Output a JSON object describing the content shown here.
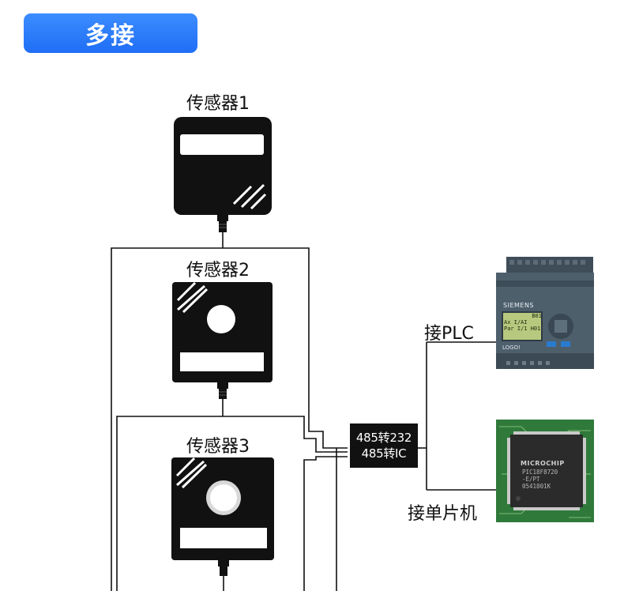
{
  "header": {
    "title": "多接"
  },
  "sensors": [
    {
      "label": "传感器1"
    },
    {
      "label": "传感器2"
    },
    {
      "label": "传感器3"
    }
  ],
  "converter": {
    "line1": "485转232",
    "line2": "485转IC"
  },
  "targets": {
    "plc": {
      "label": "接PLC",
      "brand": "SIEMENS",
      "model": "LOGO!",
      "screen_lines": [
        "B01",
        "Ax I/AI",
        "Par I/1 H01"
      ]
    },
    "mcu": {
      "label": "接单片机",
      "brand": "MICROCHIP",
      "chip_lines": [
        "PIC18F8720",
        "-E/PT",
        "0541801K"
      ]
    }
  }
}
